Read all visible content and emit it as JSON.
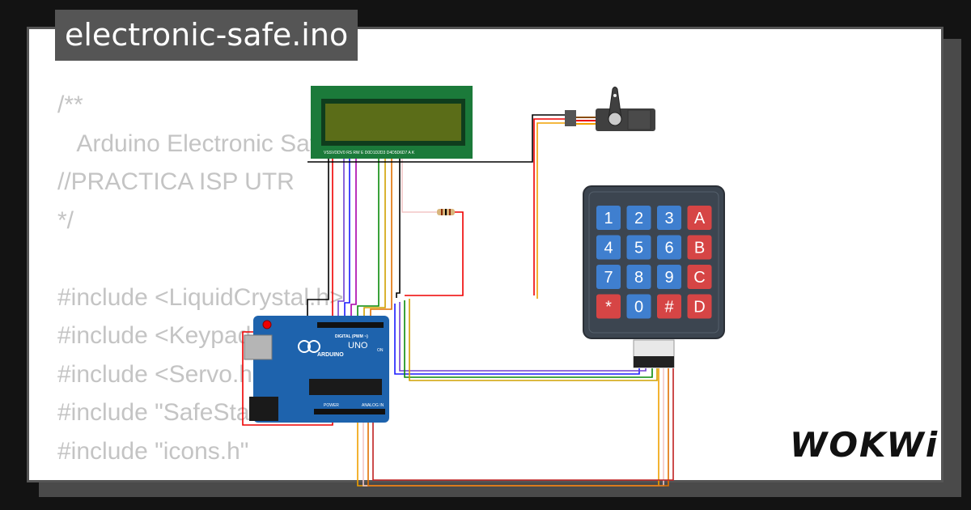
{
  "project": {
    "filename": "electronic-safe.ino"
  },
  "code_lines": [
    "/**",
    "   Arduino Electronic Safe",
    "//PRACTICA ISP UTR",
    "*/",
    "",
    "#include <LiquidCrystal.h>",
    "#include <Keypad.h>",
    "#include <Servo.h>",
    "#include \"SafeState.h\"",
    "#include \"icons.h\""
  ],
  "keypad": {
    "keys": [
      "1",
      "2",
      "3",
      "A",
      "4",
      "5",
      "6",
      "B",
      "7",
      "8",
      "9",
      "C",
      "*",
      "0",
      "#",
      "D"
    ]
  },
  "arduino": {
    "model": "UNO",
    "brand": "ARDUINO",
    "digital_label": "DIGITAL (PWM ~)",
    "power_label": "POWER",
    "analog_label": "ANALOG IN",
    "on_label": "ON"
  },
  "lcd": {
    "pin_labels": "VSSVDDV0 RS RW E D0D1D2D3 D4D5D6D7 A K"
  },
  "branding": {
    "logo": "WOKWi"
  },
  "colors": {
    "lcd_pcb": "#1b7a3a",
    "lcd_screen": "#5b6d18",
    "uno": "#1e63ad",
    "keypad_body": "#3c4550",
    "key_blue": "#3f7fcf",
    "key_red": "#d64545"
  }
}
